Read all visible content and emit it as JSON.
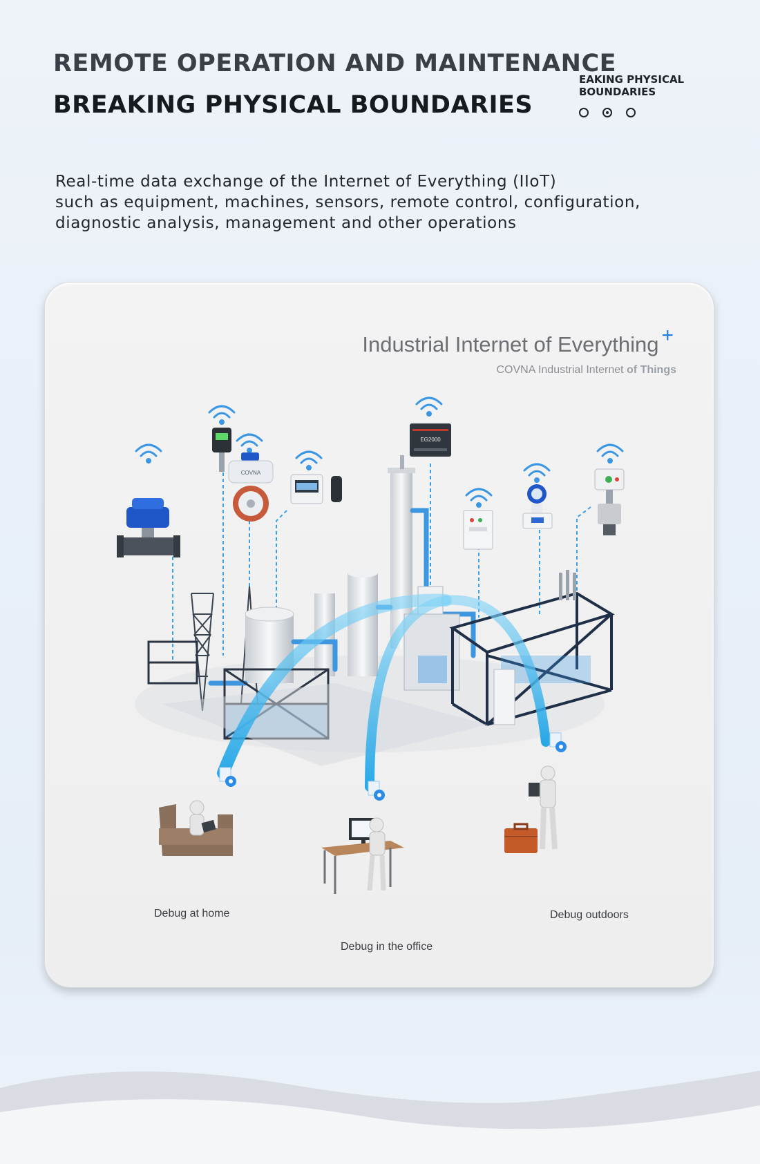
{
  "header": {
    "line1": "REMOTE OPERATION AND MAINTENANCE",
    "line2": "BREAKING PHYSICAL BOUNDARIES",
    "side_label": "EAKING PHYSICAL BOUNDARIES",
    "pager": {
      "count": 3,
      "active": 2
    }
  },
  "description": {
    "line1": "Real-time data exchange of the Internet of Everything (IIoT)",
    "line2": "such as equipment, machines, sensors, remote control, configuration,",
    "line3": "diagnostic analysis, management and other operations"
  },
  "card": {
    "title": "Industrial Internet of Everything",
    "title_mark": "+",
    "subtitle_plain": "COVNA Industrial Internet ",
    "subtitle_bold": "of Things",
    "device_label": "EG2000",
    "valve_brand": "COVNA",
    "labels": {
      "home": "Debug at home",
      "office": "Debug in the office",
      "outdoors": "Debug outdoors"
    }
  },
  "colors": {
    "accent_blue": "#2a8be8",
    "arc_cyan": "#44b8ee",
    "frame_dark": "#2a3442",
    "device_blue": "#1f56c8"
  }
}
